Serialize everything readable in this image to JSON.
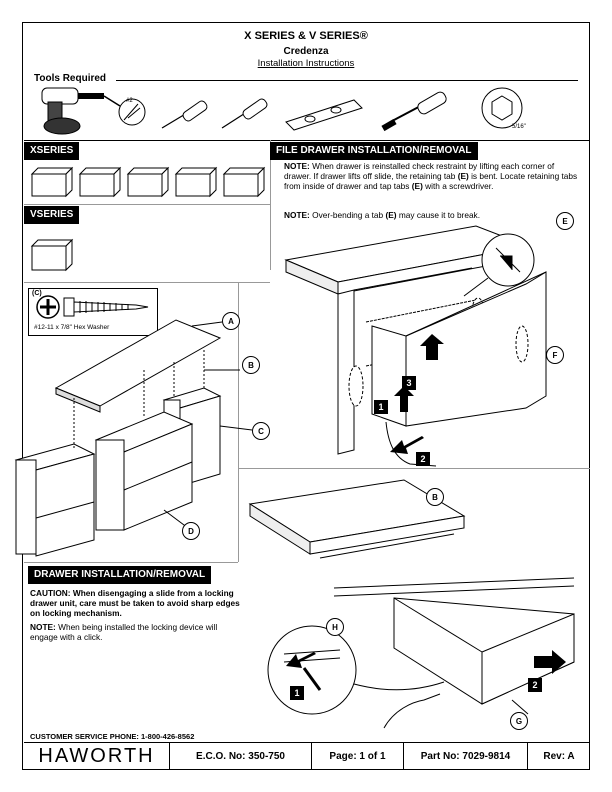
{
  "header": {
    "title": "X SERIES & V SERIES®",
    "product": "Credenza",
    "doc_type": "Installation Instructions"
  },
  "tools": {
    "label": "Tools Required",
    "bit_label": "#2",
    "socket_label": "5/16\""
  },
  "sections": {
    "xseries": "XSERIES",
    "vseries": "VSERIES",
    "file_drawer": "FILE DRAWER INSTALLATION/REMOVAL",
    "drawer": "DRAWER INSTALLATION/REMOVAL"
  },
  "file_drawer_notes": {
    "note1_label": "NOTE:",
    "note1_a": "When drawer is reinstalled check restraint by lifting each corner of drawer. If drawer lifts off slide, the retaining tab",
    "note1_e1": "(E)",
    "note1_b": "is bent. Locate retaining tabs from inside of drawer and tap tabs",
    "note1_e2": "(E)",
    "note1_c": "with a screwdriver.",
    "note2_label": "NOTE:",
    "note2_a": "Over-bending a tab",
    "note2_e": "(E)",
    "note2_b": "may cause it to break."
  },
  "drawer_notes": {
    "caution": "CAUTION: When disengaging a slide from a locking drawer unit, care must be taken to avoid sharp edges on locking mechanism.",
    "note_label": "NOTE:",
    "note_text": "When being installed the locking device will engage with a click."
  },
  "hardware": {
    "label": "(C)",
    "description": "#12-11 x 7/8\" Hex Washer"
  },
  "callouts": {
    "a": "A",
    "b": "B",
    "c": "C",
    "d": "D",
    "e": "E",
    "f": "F",
    "g": "G",
    "h": "H",
    "b2": "B"
  },
  "steps": {
    "s1": "1",
    "s2": "2",
    "s3": "3",
    "s1b": "1",
    "s2b": "2"
  },
  "footer": {
    "phone": "CUSTOMER SERVICE PHONE: 1-800-426-8562",
    "logo": "HAWORTH",
    "eco": "E.C.O. No: 350-750",
    "page": "Page: 1 of 1",
    "part": "Part No: 7029-9814",
    "rev": "Rev: A"
  }
}
